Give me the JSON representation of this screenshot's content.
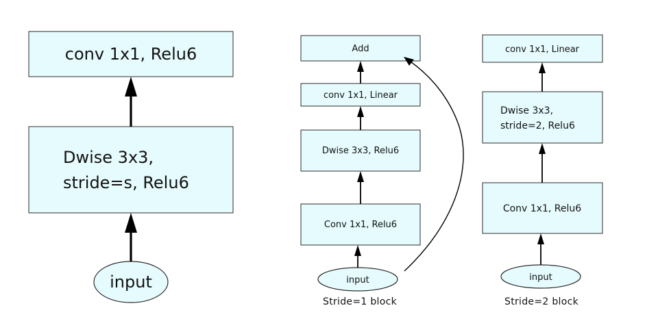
{
  "left": {
    "top_box": "conv 1x1, Relu6",
    "mid_box_line1": "Dwise 3x3,",
    "mid_box_line2": "stride=s, Relu6",
    "input": "input"
  },
  "middle": {
    "add": "Add",
    "conv_linear": "conv 1x1, Linear",
    "dwise": "Dwise 3x3, Relu6",
    "conv_relu": "Conv 1x1, Relu6",
    "input": "input",
    "caption": "Stride=1 block"
  },
  "right": {
    "conv_linear": "conv 1x1, Linear",
    "dwise_line1": "Dwise 3x3,",
    "dwise_line2": "stride=2, Relu6",
    "conv_relu": "Conv 1x1, Relu6",
    "input": "input",
    "caption": "Stride=2 block"
  },
  "colors": {
    "box_fill": "#e6fbfd",
    "stroke": "#2b2b2b"
  }
}
